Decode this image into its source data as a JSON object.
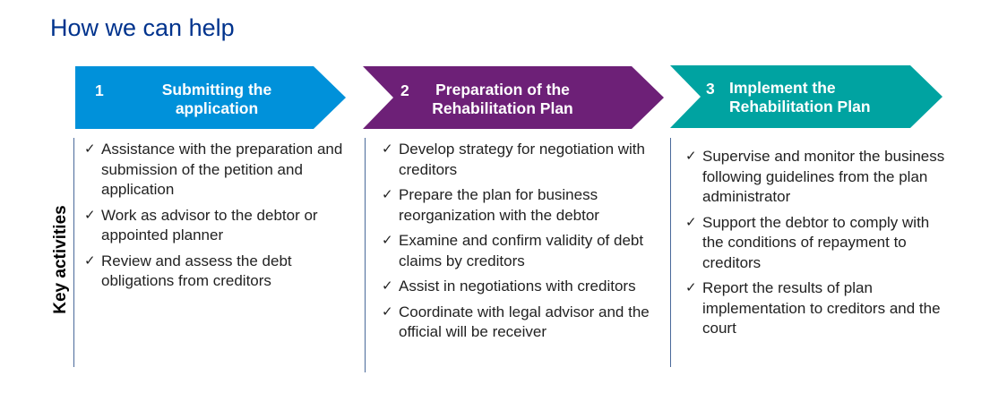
{
  "title": "How we can help",
  "side_label": "Key activities",
  "colors": {
    "title": "#00338d",
    "step1": "#0091da",
    "step2": "#6d2077",
    "step3": "#00a3a1"
  },
  "steps": [
    {
      "number": "1",
      "label_line1": "Submitting the",
      "label_line2": "application",
      "items": [
        "Assistance with the preparation and submission of the petition and application",
        "Work as advisor to the debtor or appointed planner",
        "Review and assess the debt obligations from creditors"
      ]
    },
    {
      "number": "2",
      "label_line1": "Preparation of the",
      "label_line2": "Rehabilitation Plan",
      "items": [
        "Develop strategy for negotiation with creditors",
        "Prepare the plan for business reorganization with the debtor",
        "Examine and confirm validity of debt claims by creditors",
        "Assist in negotiations with creditors",
        "Coordinate with legal advisor and the official will be receiver"
      ]
    },
    {
      "number": "3",
      "label_line1": "Implement the",
      "label_line2": "Rehabilitation Plan",
      "items": [
        "Supervise and monitor the business following guidelines from the plan administrator",
        "Support the debtor to comply with the conditions of repayment to creditors",
        "Report the results of plan implementation to creditors and the court"
      ]
    }
  ]
}
